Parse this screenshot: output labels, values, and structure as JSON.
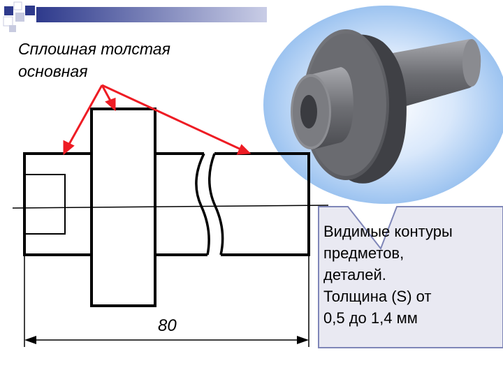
{
  "top_label": {
    "line1": "Сплошная толстая",
    "line2": "основная"
  },
  "dimension": {
    "value": "80"
  },
  "callout": {
    "line1": "Видимые контуры",
    "line2": "предметов,",
    "line3": "деталей.",
    "line4": "Толщина  (S) от",
    "line5": "0,5 до 1,4 мм"
  },
  "colors": {
    "arrow": "#ee1c24",
    "outline": "#000000",
    "callout_fill": "#e9e9f2",
    "callout_border": "#7f86b8",
    "deco_blue": "#2e3a8c",
    "glow": "#9cc3f0",
    "part_gray": "#5f6065"
  }
}
